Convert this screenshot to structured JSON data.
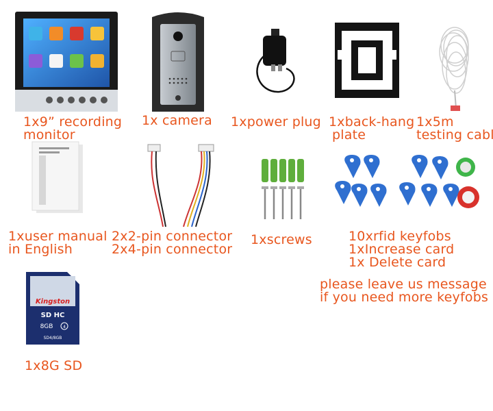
{
  "items": {
    "monitor": {
      "line1": "1x9” recording",
      "line2": "monitor",
      "icon": "monitor-icon"
    },
    "camera": {
      "line1": "1x camera",
      "icon": "camera-icon"
    },
    "power_plug": {
      "line1": "1xpower plug",
      "icon": "power-plug-icon"
    },
    "back_plate": {
      "line1": "1xback-hang",
      "line2": "plate",
      "icon": "back-plate-icon"
    },
    "cable": {
      "line1": "1x5m",
      "line2": "testing cabl",
      "icon": "cable-icon"
    },
    "manual": {
      "line1": "1xuser manual",
      "line2": "in English",
      "icon": "manual-icon"
    },
    "connectors": {
      "line1": "2x2-pin connector",
      "line2": "2x4-pin connector",
      "icon": "connector-icon"
    },
    "screws": {
      "line1": "1xscrews",
      "icon": "screws-icon"
    },
    "keyfobs": {
      "line1": "10xrfid keyfobs",
      "line2": "1xIncrease card",
      "line3": "1x Delete card",
      "icon": "keyfob-icon"
    },
    "note": {
      "line1": "please leave us message",
      "line2": "if you need more keyfobs"
    },
    "sd_card": {
      "line1": "1x8G SD",
      "icon": "sd-card-icon",
      "brand": "Kingston",
      "format": "SD HC",
      "capacity": "8GB",
      "class": "4",
      "model": "SD4/8GB"
    }
  },
  "colors": {
    "caption": "#e8561e",
    "fob_blue": "#2f6fd0",
    "sd_blue": "#1c2f6e"
  }
}
